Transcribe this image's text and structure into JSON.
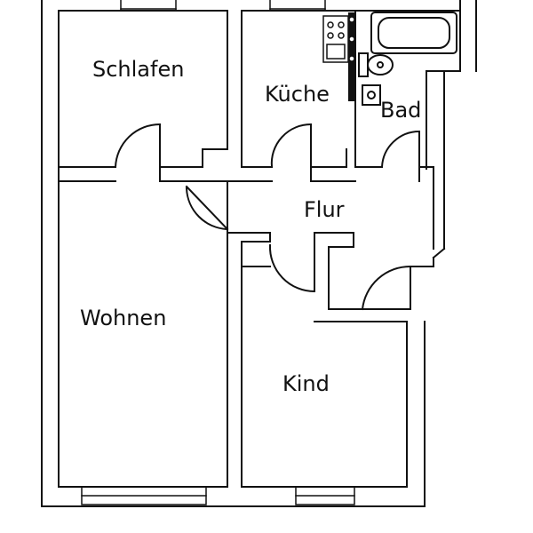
{
  "floorplan": {
    "rooms": {
      "schlafen": "Schlafen",
      "kueche": "Küche",
      "bad": "Bad",
      "flur": "Flur",
      "wohnen": "Wohnen",
      "kind": "Kind"
    },
    "colors": {
      "wall": "#111111",
      "background": "#ffffff"
    }
  }
}
